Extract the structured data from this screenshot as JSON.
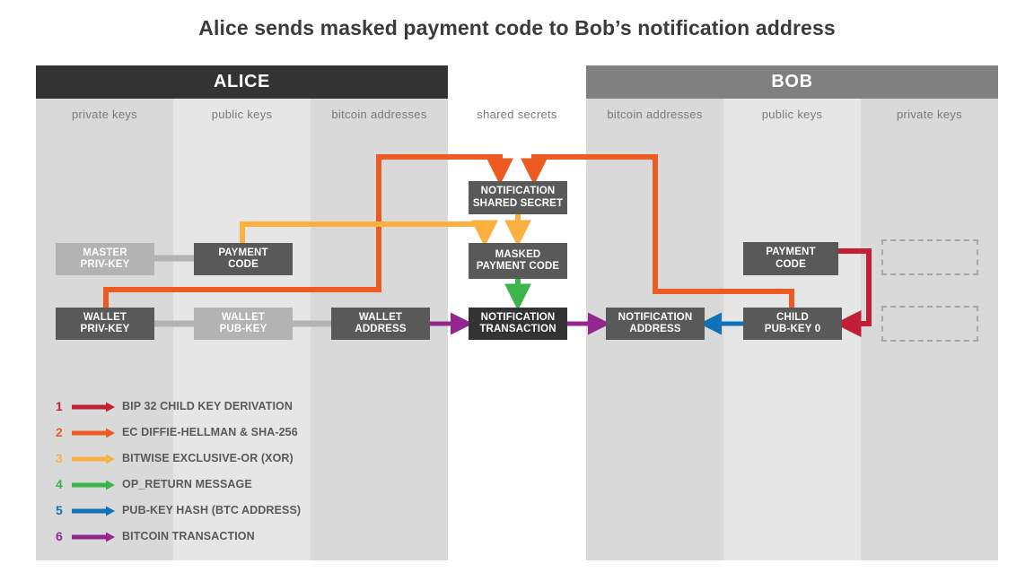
{
  "title": "Alice sends masked payment code to Bob’s notification address",
  "colors": {
    "alice_header": "#333333",
    "bob_header": "#808080",
    "band_dark": "#d9d9d9",
    "band_light": "#e6e6e6",
    "band_white": "#ffffff",
    "node_dark": "#333333",
    "node_mid": "#595959",
    "node_light": "#b3b3b3",
    "ghost_border": "#a6a6a6",
    "connector_gray": "#b3b3b3",
    "flow1_crimson": "#c01f35",
    "flow2_orangered": "#ed5a22",
    "flow3_amber": "#fbb040",
    "flow4_green": "#3cb44a",
    "flow5_blue": "#0f71b8",
    "flow6_purple": "#92278f"
  },
  "parties": [
    {
      "name": "ALICE",
      "label": "ALICE"
    },
    {
      "name": "BOB",
      "label": "BOB"
    }
  ],
  "columns": [
    {
      "key": "alice_private_keys",
      "label": "private keys"
    },
    {
      "key": "alice_public_keys",
      "label": "public keys"
    },
    {
      "key": "alice_bitcoin_addresses",
      "label": "bitcoin addresses"
    },
    {
      "key": "shared_secrets",
      "label": "shared secrets"
    },
    {
      "key": "bob_bitcoin_addresses",
      "label": "bitcoin addresses"
    },
    {
      "key": "bob_public_keys",
      "label": "public keys"
    },
    {
      "key": "bob_private_keys",
      "label": "private keys"
    }
  ],
  "nodes": [
    {
      "key": "alice_master_privkey",
      "line1": "MASTER",
      "line2": "PRIV-KEY"
    },
    {
      "key": "alice_payment_code",
      "line1": "PAYMENT",
      "line2": "CODE"
    },
    {
      "key": "alice_wallet_privkey",
      "line1": "WALLET",
      "line2": "PRIV-KEY"
    },
    {
      "key": "alice_wallet_pubkey",
      "line1": "WALLET",
      "line2": "PUB-KEY"
    },
    {
      "key": "alice_wallet_address",
      "line1": "WALLET",
      "line2": "ADDRESS"
    },
    {
      "key": "notification_shared_secret",
      "line1": "NOTIFICATION",
      "line2": "SHARED SECRET"
    },
    {
      "key": "masked_payment_code",
      "line1": "MASKED",
      "line2": "PAYMENT CODE"
    },
    {
      "key": "notification_transaction",
      "line1": "NOTIFICATION",
      "line2": "TRANSACTION"
    },
    {
      "key": "bob_notification_address",
      "line1": "NOTIFICATION",
      "line2": "ADDRESS"
    },
    {
      "key": "bob_child_pubkey_0",
      "line1": "CHILD",
      "line2": "PUB-KEY  0"
    },
    {
      "key": "bob_payment_code",
      "line1": "PAYMENT",
      "line2": "CODE"
    },
    {
      "key": "bob_ghost_upper",
      "line1": "",
      "line2": ""
    },
    {
      "key": "bob_ghost_lower",
      "line1": "",
      "line2": ""
    }
  ],
  "legend": [
    {
      "num": "1",
      "color": "#c01f35",
      "label": "BIP 32 CHILD KEY DERIVATION"
    },
    {
      "num": "2",
      "color": "#ed5a22",
      "label": "EC DIFFIE-HELLMAN & SHA-256"
    },
    {
      "num": "3",
      "color": "#fbb040",
      "label": "BITWISE EXCLUSIVE-OR (XOR)"
    },
    {
      "num": "4",
      "color": "#3cb44a",
      "label": "OP_RETURN MESSAGE"
    },
    {
      "num": "5",
      "color": "#0f71b8",
      "label": "PUB-KEY HASH (BTC ADDRESS)"
    },
    {
      "num": "6",
      "color": "#92278f",
      "label": "BITCOIN TRANSACTION"
    }
  ]
}
